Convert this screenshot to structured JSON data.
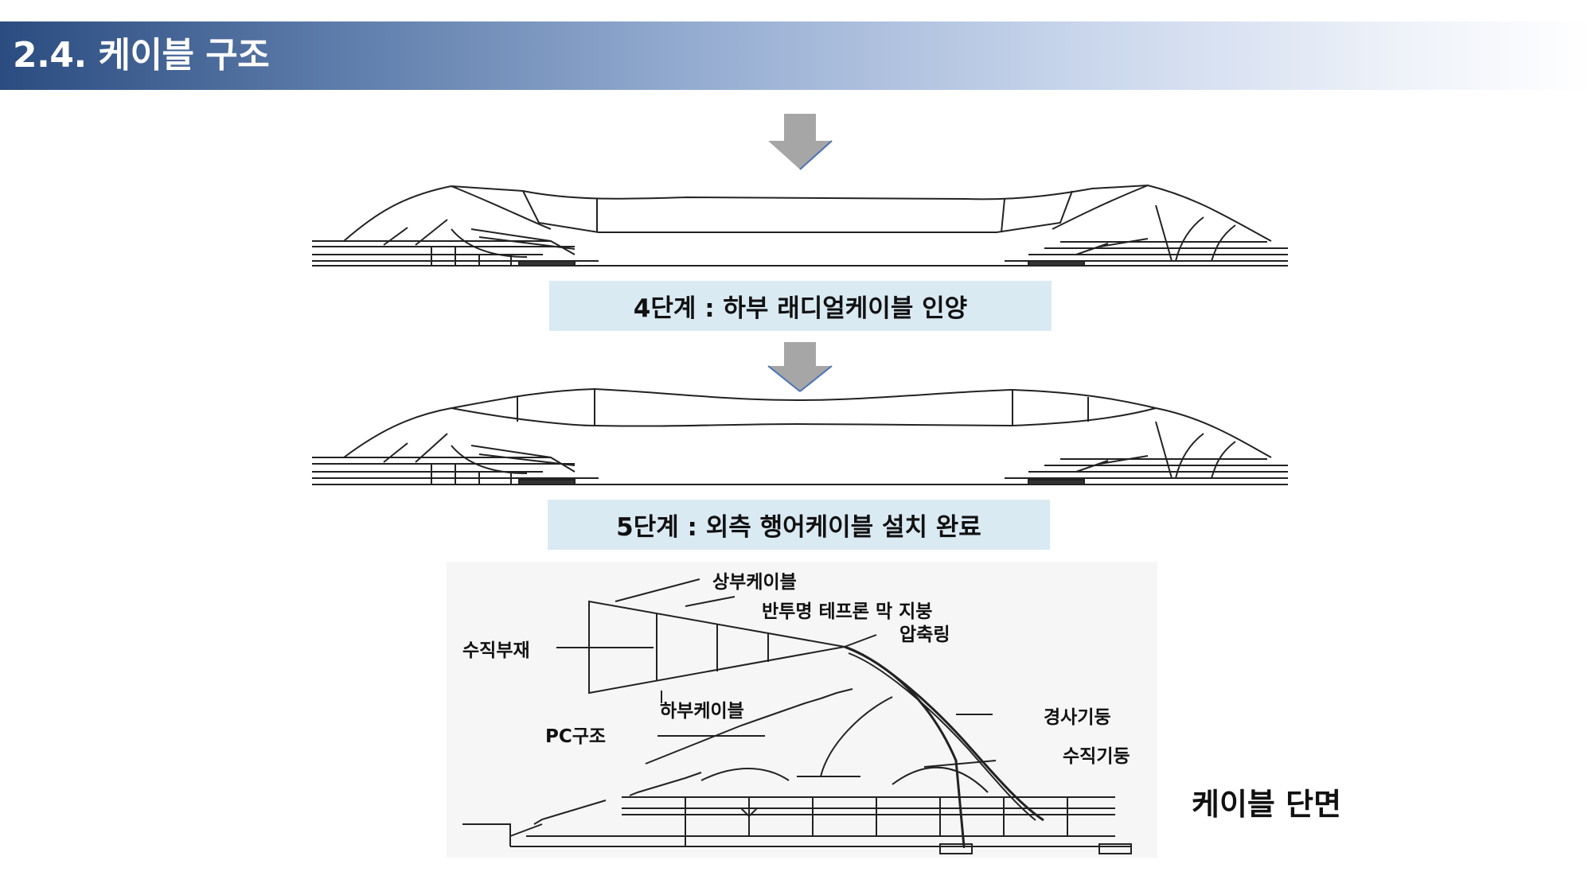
{
  "header": {
    "title": "2.4. 케이블 구조"
  },
  "stages": [
    {
      "caption": "4단계 : 하부 래디얼케이블 인양"
    },
    {
      "caption": "5단계 : 외측 행어케이블 설치 완료"
    }
  ],
  "section": {
    "labels": {
      "upper_cable": "상부케이블",
      "membrane_roof": "반투명 테프론 막 지붕",
      "compression_ring": "압축링",
      "vertical_member": "수직부재",
      "lower_cable": "하부케이블",
      "pc_structure": "PC구조",
      "inclined_column": "경사기둥",
      "vertical_column": "수직기둥"
    },
    "caption": "케이블 단면"
  },
  "colors": {
    "title_start": "#2b4c80",
    "caption_bg": "#daeaf3",
    "arrow": "#a6a6a6"
  }
}
